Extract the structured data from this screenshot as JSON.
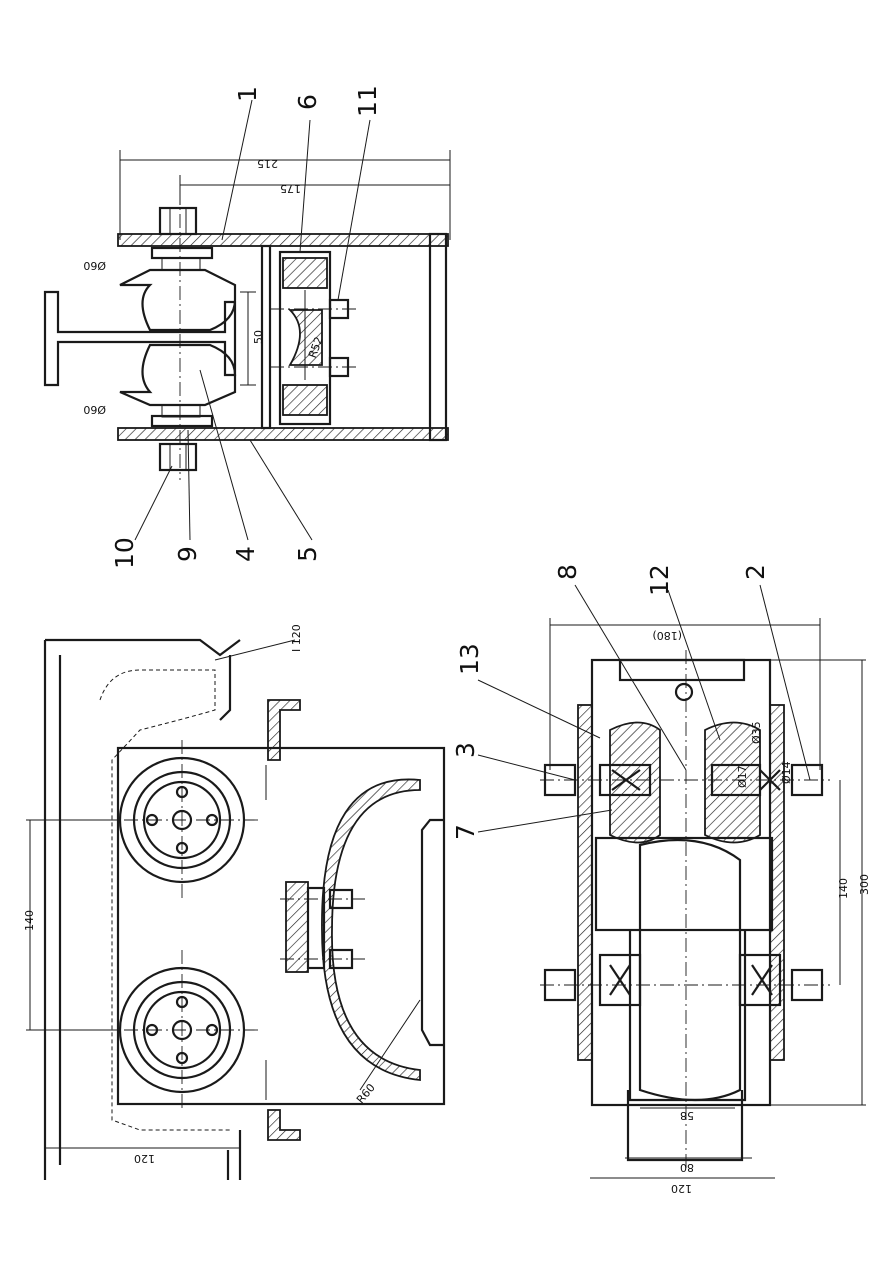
{
  "part_numbers": [
    "1",
    "6",
    "11",
    "10",
    "9",
    "4",
    "5",
    "13",
    "3",
    "7",
    "8",
    "12",
    "2"
  ],
  "dimensions": {
    "d215": "215",
    "d175": "175",
    "d50": "50",
    "phi60_top": "Ø60",
    "phi60_bottom": "Ø60",
    "r52": "R52",
    "d140_left": "140",
    "d120_left": "120",
    "r60": "R60",
    "i120": "I 120",
    "d180": "(180)",
    "phi35": "Ø35",
    "phi17": "Ø17",
    "phi14": "Ø14",
    "d140_right": "140",
    "d300": "300",
    "d58": "58",
    "d80": "80",
    "d120_right": "120"
  }
}
